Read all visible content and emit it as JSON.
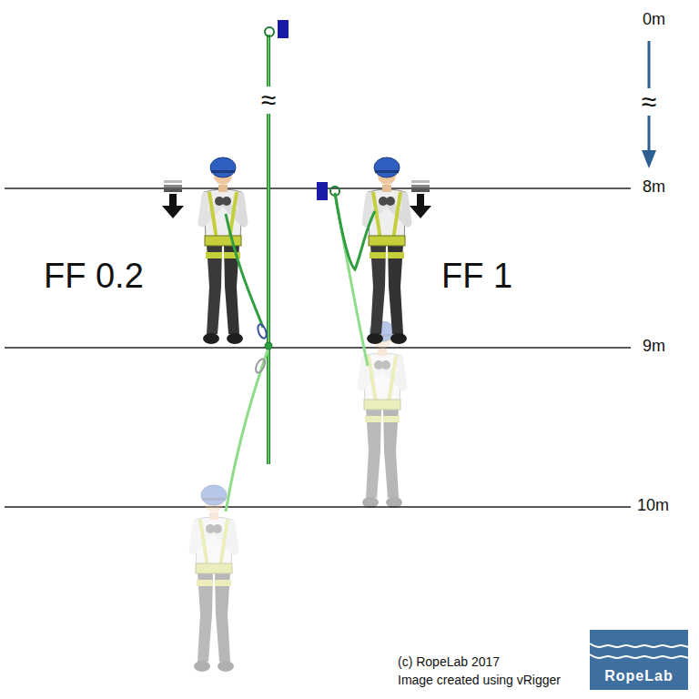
{
  "diagram": {
    "nodes": [
      {
        "text": [
          "RopeLab"
        ]
      }
    ],
    "labels": [
      "0m",
      "≈",
      "≈",
      "8m",
      "9m",
      "10m",
      "FF 0.2",
      "FF 1",
      "(c) RopeLab 2017",
      "Image created using vRigger"
    ]
  }
}
